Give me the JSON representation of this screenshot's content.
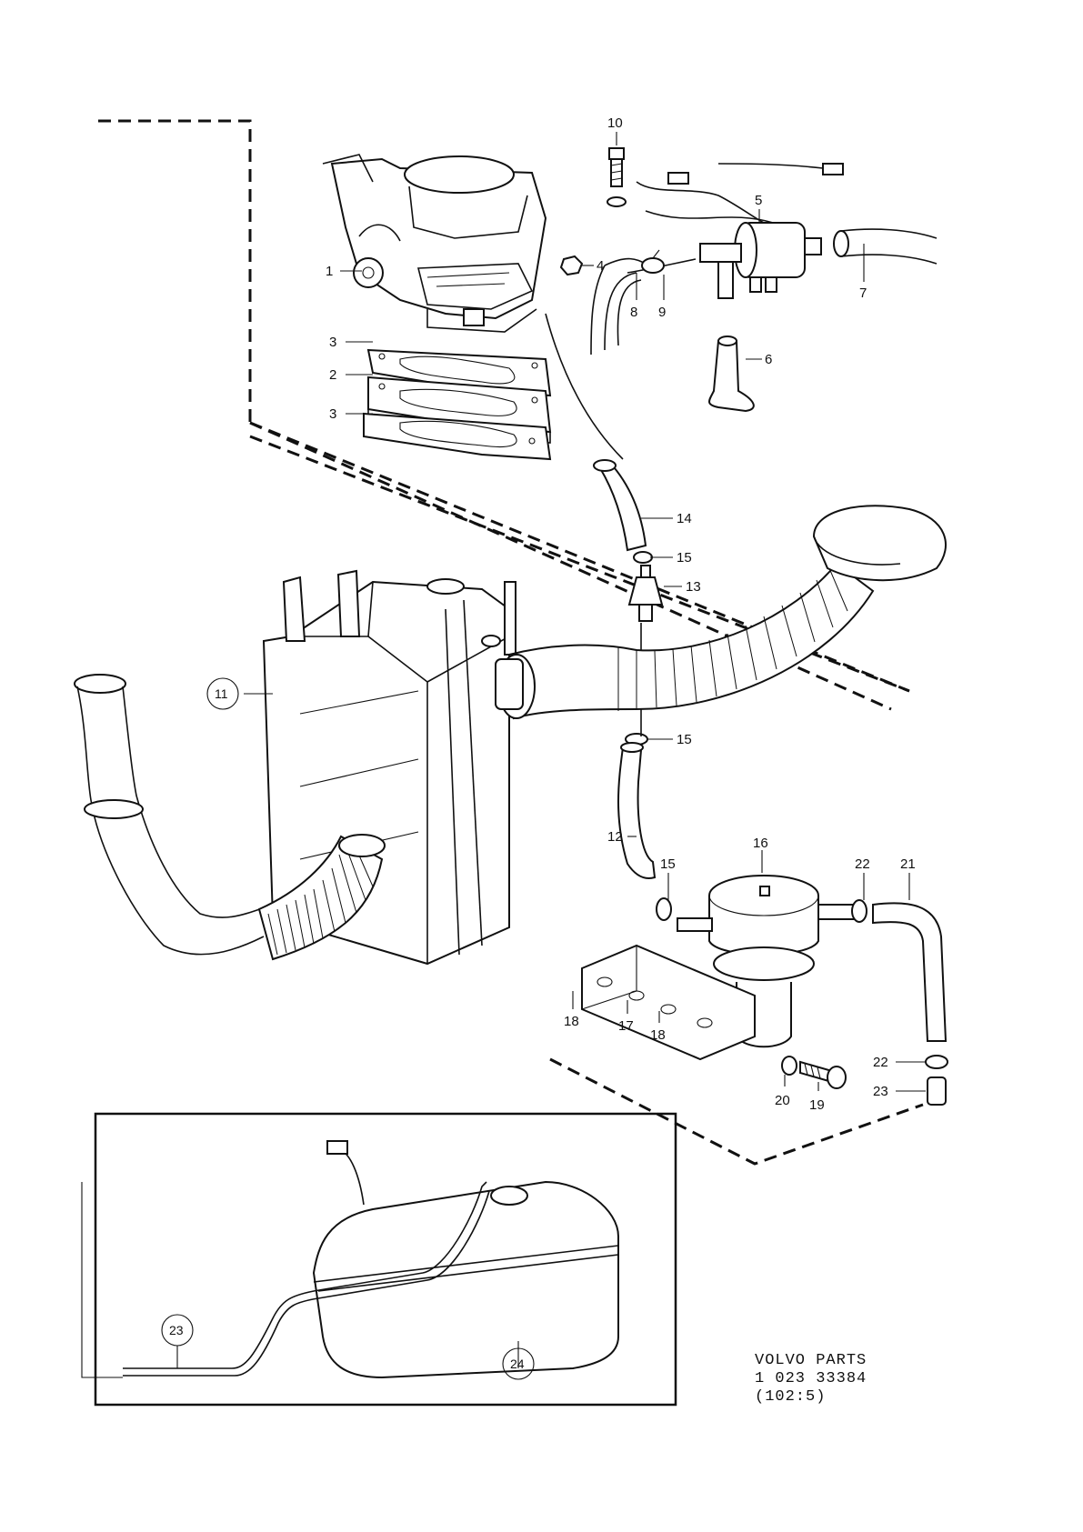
{
  "callouts": {
    "c1": "1",
    "c2": "2",
    "c3a": "3",
    "c3b": "3",
    "c4": "4",
    "c5": "5",
    "c6": "6",
    "c7": "7",
    "c8": "8",
    "c9": "9",
    "c10": "10",
    "c11": "11",
    "c12": "12",
    "c13": "13",
    "c14": "14",
    "c15a": "15",
    "c15b": "15",
    "c15c": "15",
    "c16": "16",
    "c17": "17",
    "c18a": "18",
    "c18b": "18",
    "c19": "19",
    "c20": "20",
    "c21": "21",
    "c22a": "22",
    "c22b": "22",
    "c23a": "23",
    "c23b": "23",
    "c24": "24"
  },
  "footer": {
    "line1": "VOLVO PARTS",
    "line2": "1 023 33384",
    "line3": "(102:5)"
  }
}
